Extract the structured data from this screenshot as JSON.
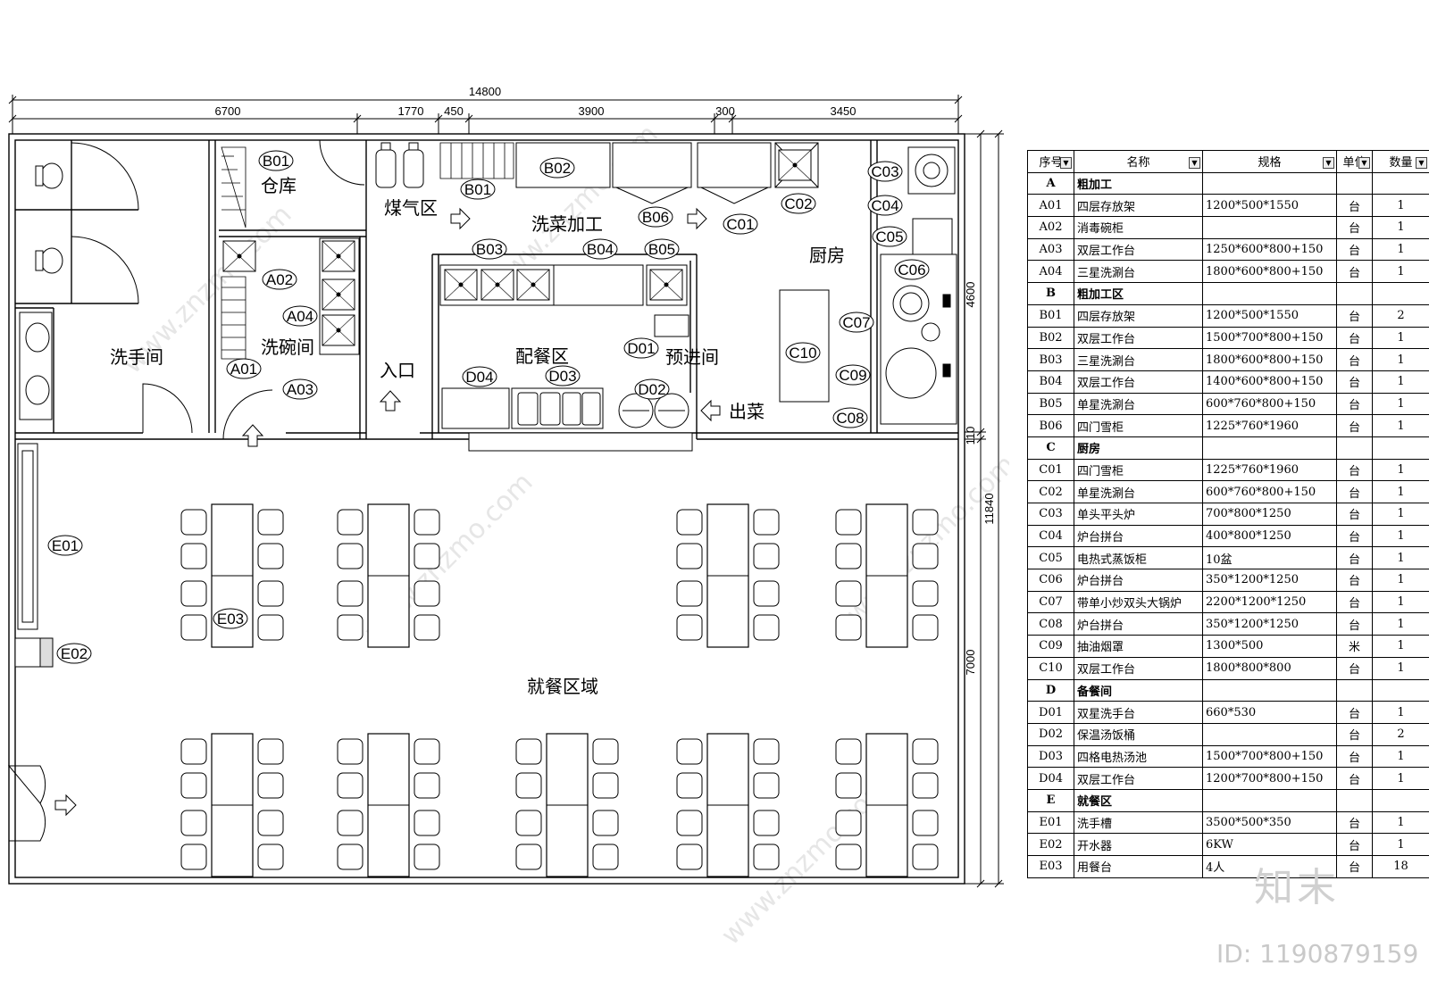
{
  "dimensions": {
    "total": "14800",
    "segments": [
      "6700",
      "1770",
      "450",
      "3900",
      "300",
      "3450"
    ],
    "right": [
      "4600",
      "110",
      "7000"
    ],
    "overall_height": "11840"
  },
  "rooms": {
    "washroom": "洗手间",
    "storage": "仓库",
    "dishwash": "洗碗间",
    "gas": "煤气区",
    "veg_prep": "洗菜加工",
    "kitchen": "厨房",
    "entrance": "入口",
    "plating": "配餐区",
    "pre_entry": "预进间",
    "serve": "出菜",
    "dining": "就餐区域"
  },
  "tags": {
    "B01a": "B01",
    "B01b": "B01",
    "B02": "B02",
    "B03": "B03",
    "B04": "B04",
    "B05": "B05",
    "B06": "B06",
    "A01": "A01",
    "A02": "A02",
    "A03": "A03",
    "A04": "A04",
    "C01": "C01",
    "C02": "C02",
    "C03": "C03",
    "C04": "C04",
    "C05": "C05",
    "C06": "C06",
    "C07": "C07",
    "C08": "C08",
    "C09": "C09",
    "C10": "C10",
    "D01": "D01",
    "D02": "D02",
    "D03": "D03",
    "D04": "D04",
    "E01": "E01",
    "E02": "E02",
    "E03": "E03"
  },
  "watermark": {
    "site": "www.znzmo.com",
    "brand": "知末",
    "id": "ID: 1190879159"
  },
  "schedule": {
    "headers": [
      "序号",
      "名称",
      "规格",
      "单位",
      "数量"
    ],
    "rows": [
      {
        "code": "A",
        "name": "粗加工",
        "spec": "",
        "unit": "",
        "qty": "",
        "section": true
      },
      {
        "code": "A01",
        "name": "四层存放架",
        "spec": "1200*500*1550",
        "unit": "台",
        "qty": "1"
      },
      {
        "code": "A02",
        "name": "消毒碗柜",
        "spec": "",
        "unit": "台",
        "qty": "1"
      },
      {
        "code": "A03",
        "name": "双层工作台",
        "spec": "1250*600*800+150",
        "unit": "台",
        "qty": "1"
      },
      {
        "code": "A04",
        "name": "三星洗涮台",
        "spec": "1800*600*800+150",
        "unit": "台",
        "qty": "1"
      },
      {
        "code": "B",
        "name": "粗加工区",
        "spec": "",
        "unit": "",
        "qty": "",
        "section": true
      },
      {
        "code": "B01",
        "name": "四层存放架",
        "spec": "1200*500*1550",
        "unit": "台",
        "qty": "2"
      },
      {
        "code": "B02",
        "name": "双层工作台",
        "spec": "1500*700*800+150",
        "unit": "台",
        "qty": "1"
      },
      {
        "code": "B03",
        "name": "三星洗涮台",
        "spec": "1800*600*800+150",
        "unit": "台",
        "qty": "1"
      },
      {
        "code": "B04",
        "name": "双层工作台",
        "spec": "1400*600*800+150",
        "unit": "台",
        "qty": "1"
      },
      {
        "code": "B05",
        "name": "单星洗涮台",
        "spec": "600*760*800+150",
        "unit": "台",
        "qty": "1"
      },
      {
        "code": "B06",
        "name": "四门雪柜",
        "spec": "1225*760*1960",
        "unit": "台",
        "qty": "1"
      },
      {
        "code": "C",
        "name": "厨房",
        "spec": "",
        "unit": "",
        "qty": "",
        "section": true
      },
      {
        "code": "C01",
        "name": "四门雪柜",
        "spec": "1225*760*1960",
        "unit": "台",
        "qty": "1"
      },
      {
        "code": "C02",
        "name": "单星洗涮台",
        "spec": "600*760*800+150",
        "unit": "台",
        "qty": "1"
      },
      {
        "code": "C03",
        "name": "单头平头炉",
        "spec": "700*800*1250",
        "unit": "台",
        "qty": "1"
      },
      {
        "code": "C04",
        "name": "炉台拼台",
        "spec": "400*800*1250",
        "unit": "台",
        "qty": "1"
      },
      {
        "code": "C05",
        "name": "电热式蒸饭柜",
        "spec": "10盆",
        "unit": "台",
        "qty": "1"
      },
      {
        "code": "C06",
        "name": "炉台拼台",
        "spec": "350*1200*1250",
        "unit": "台",
        "qty": "1"
      },
      {
        "code": "C07",
        "name": "带单小炒双头大锅炉",
        "spec": "2200*1200*1250",
        "unit": "台",
        "qty": "1"
      },
      {
        "code": "C08",
        "name": "炉台拼台",
        "spec": "350*1200*1250",
        "unit": "台",
        "qty": "1"
      },
      {
        "code": "C09",
        "name": "抽油烟罩",
        "spec": "1300*500",
        "unit": "米",
        "qty": "1"
      },
      {
        "code": "C10",
        "name": "双层工作台",
        "spec": "1800*800*800",
        "unit": "台",
        "qty": "1"
      },
      {
        "code": "D",
        "name": "备餐间",
        "spec": "",
        "unit": "",
        "qty": "",
        "section": true
      },
      {
        "code": "D01",
        "name": "双星洗手台",
        "spec": "660*530",
        "unit": "台",
        "qty": "1"
      },
      {
        "code": "D02",
        "name": "保温汤饭桶",
        "spec": "",
        "unit": "台",
        "qty": "2"
      },
      {
        "code": "D03",
        "name": "四格电热汤池",
        "spec": "1500*700*800+150",
        "unit": "台",
        "qty": "1"
      },
      {
        "code": "D04",
        "name": "双层工作台",
        "spec": "1200*700*800+150",
        "unit": "台",
        "qty": "1"
      },
      {
        "code": "E",
        "name": "就餐区",
        "spec": "",
        "unit": "",
        "qty": "",
        "section": true
      },
      {
        "code": "E01",
        "name": "洗手槽",
        "spec": "3500*500*350",
        "unit": "台",
        "qty": "1"
      },
      {
        "code": "E02",
        "name": "开水器",
        "spec": "6KW",
        "unit": "台",
        "qty": "1"
      },
      {
        "code": "E03",
        "name": "用餐台",
        "spec": "4人",
        "unit": "台",
        "qty": "18"
      }
    ]
  }
}
